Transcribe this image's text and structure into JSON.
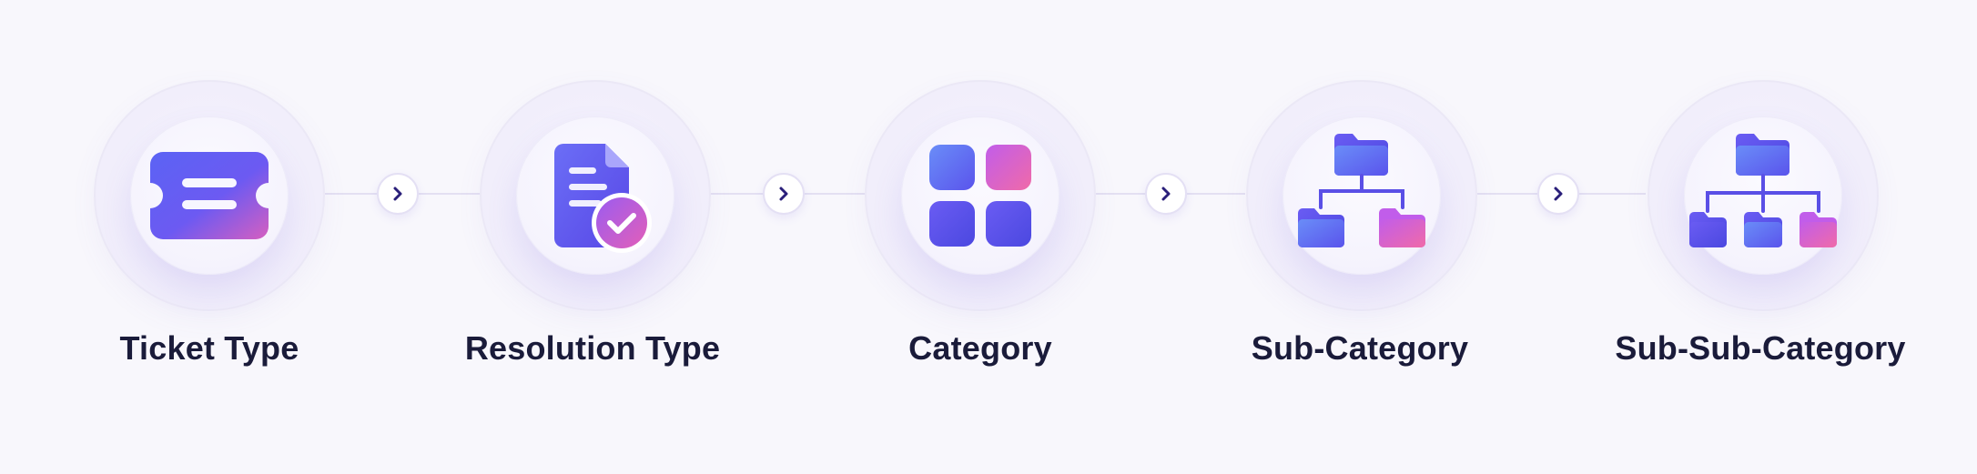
{
  "steps": [
    {
      "label": "Ticket Type",
      "icon": "ticket-icon"
    },
    {
      "label": "Resolution Type",
      "icon": "document-check-icon"
    },
    {
      "label": "Category",
      "icon": "grid-icon"
    },
    {
      "label": "Sub-Category",
      "icon": "folder-tree-icon"
    },
    {
      "label": "Sub-Sub-Category",
      "icon": "folder-tree-three-icon"
    }
  ],
  "colors": {
    "background": "#f8f7fc",
    "gradient_start": "#5b5cf0",
    "gradient_mid": "#7a55f2",
    "gradient_end": "#e05bb0",
    "label_text": "#1a1b3a",
    "arrow_chevron": "#2a1f7a"
  }
}
